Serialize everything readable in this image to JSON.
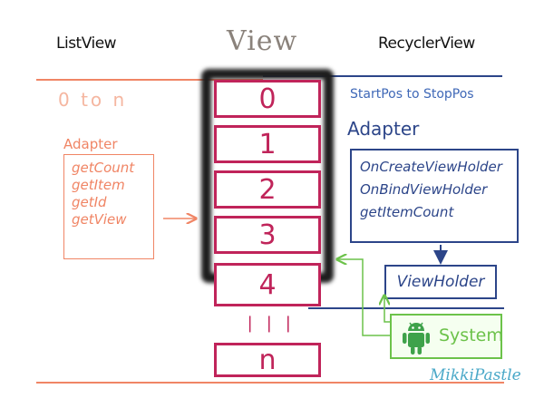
{
  "headers": {
    "listview": "ListView",
    "view": "View",
    "recyclerview": "RecyclerView"
  },
  "left": {
    "range_label": "0 to n",
    "adapter_title": "Adapter",
    "adapter_methods": [
      "getCount",
      "getItem",
      "getId",
      "getView"
    ]
  },
  "center": {
    "rows": [
      "0",
      "1",
      "2",
      "3",
      "4"
    ],
    "ellipsis": "❘❘❘",
    "last_row": "n"
  },
  "right": {
    "range_label": "StartPos to StopPos",
    "adapter_title": "Adapter",
    "adapter_methods": [
      "OnCreateViewHolder",
      "OnBindViewHolder",
      "getItemCount"
    ],
    "viewholder": "ViewHolder",
    "system": "System"
  },
  "signature": "MikkiPastle",
  "colors": {
    "orange": "#f08565",
    "magenta": "#c0245a",
    "navy": "#2c4589",
    "green": "#6cc24a",
    "teal": "#4aa8c8"
  }
}
